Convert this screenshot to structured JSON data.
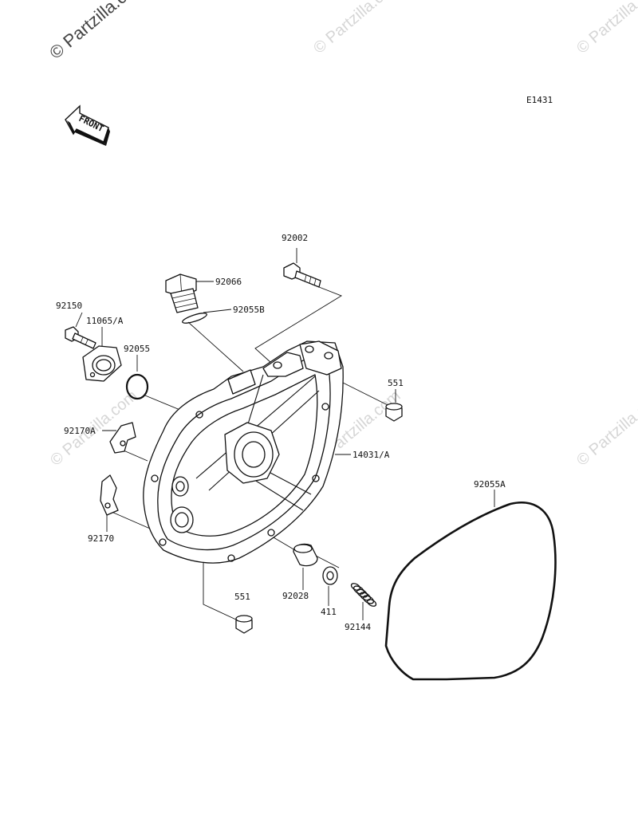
{
  "watermarks": {
    "primary": "© Partzilla.com",
    "faint": "© Partzilla.com"
  },
  "diagram_code": "E1431",
  "front_arrow": "FRONT",
  "parts": {
    "bolt_top": "92002",
    "plug": "92066",
    "oring_plug": "92055B",
    "bolt_left": "92150",
    "cover_small": "11065/A",
    "oring": "92055",
    "dowel_right": "551",
    "clamp_a": "92170A",
    "cover_main": "14031/A",
    "gasket": "92055A",
    "clamp": "92170",
    "bushing": "92028",
    "washer": "411",
    "spring": "92144",
    "dowel_bottom": "551"
  }
}
